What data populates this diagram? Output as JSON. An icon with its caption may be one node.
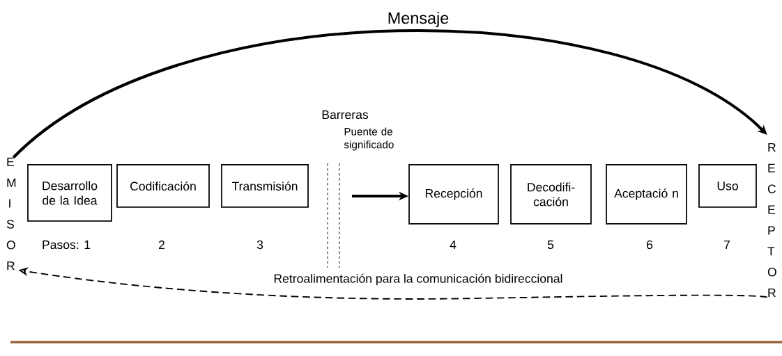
{
  "diagram": {
    "nodes": [
      {
        "text": [
          "E M I S O R"
        ]
      },
      {
        "text": [
          "Desarrollo de la Idea"
        ]
      },
      {
        "text": [
          "Codificación"
        ]
      },
      {
        "text": [
          "Transmisión"
        ]
      },
      {
        "text": [
          "Recepción"
        ]
      },
      {
        "text": [
          "Decodifi- cación"
        ]
      },
      {
        "text": [
          "Aceptació n"
        ]
      },
      {
        "text": [
          "Uso"
        ]
      },
      {
        "text": [
          "R E C E P T O R"
        ]
      }
    ],
    "edges": [
      {
        "from": 0,
        "to": 8,
        "arrow": "to",
        "label": "Mensaje"
      },
      {
        "from": 8,
        "to": 0,
        "arrow": "to",
        "label": "Retroalimentación para la comunicación bidireccional",
        "style": "dashed"
      },
      {
        "from": null,
        "to": 4,
        "arrow": "to"
      }
    ],
    "labels": [
      "Barreras",
      "Puente de significado",
      "Pasos: 1",
      "2",
      "3",
      "4",
      "5",
      "6",
      "7"
    ]
  }
}
